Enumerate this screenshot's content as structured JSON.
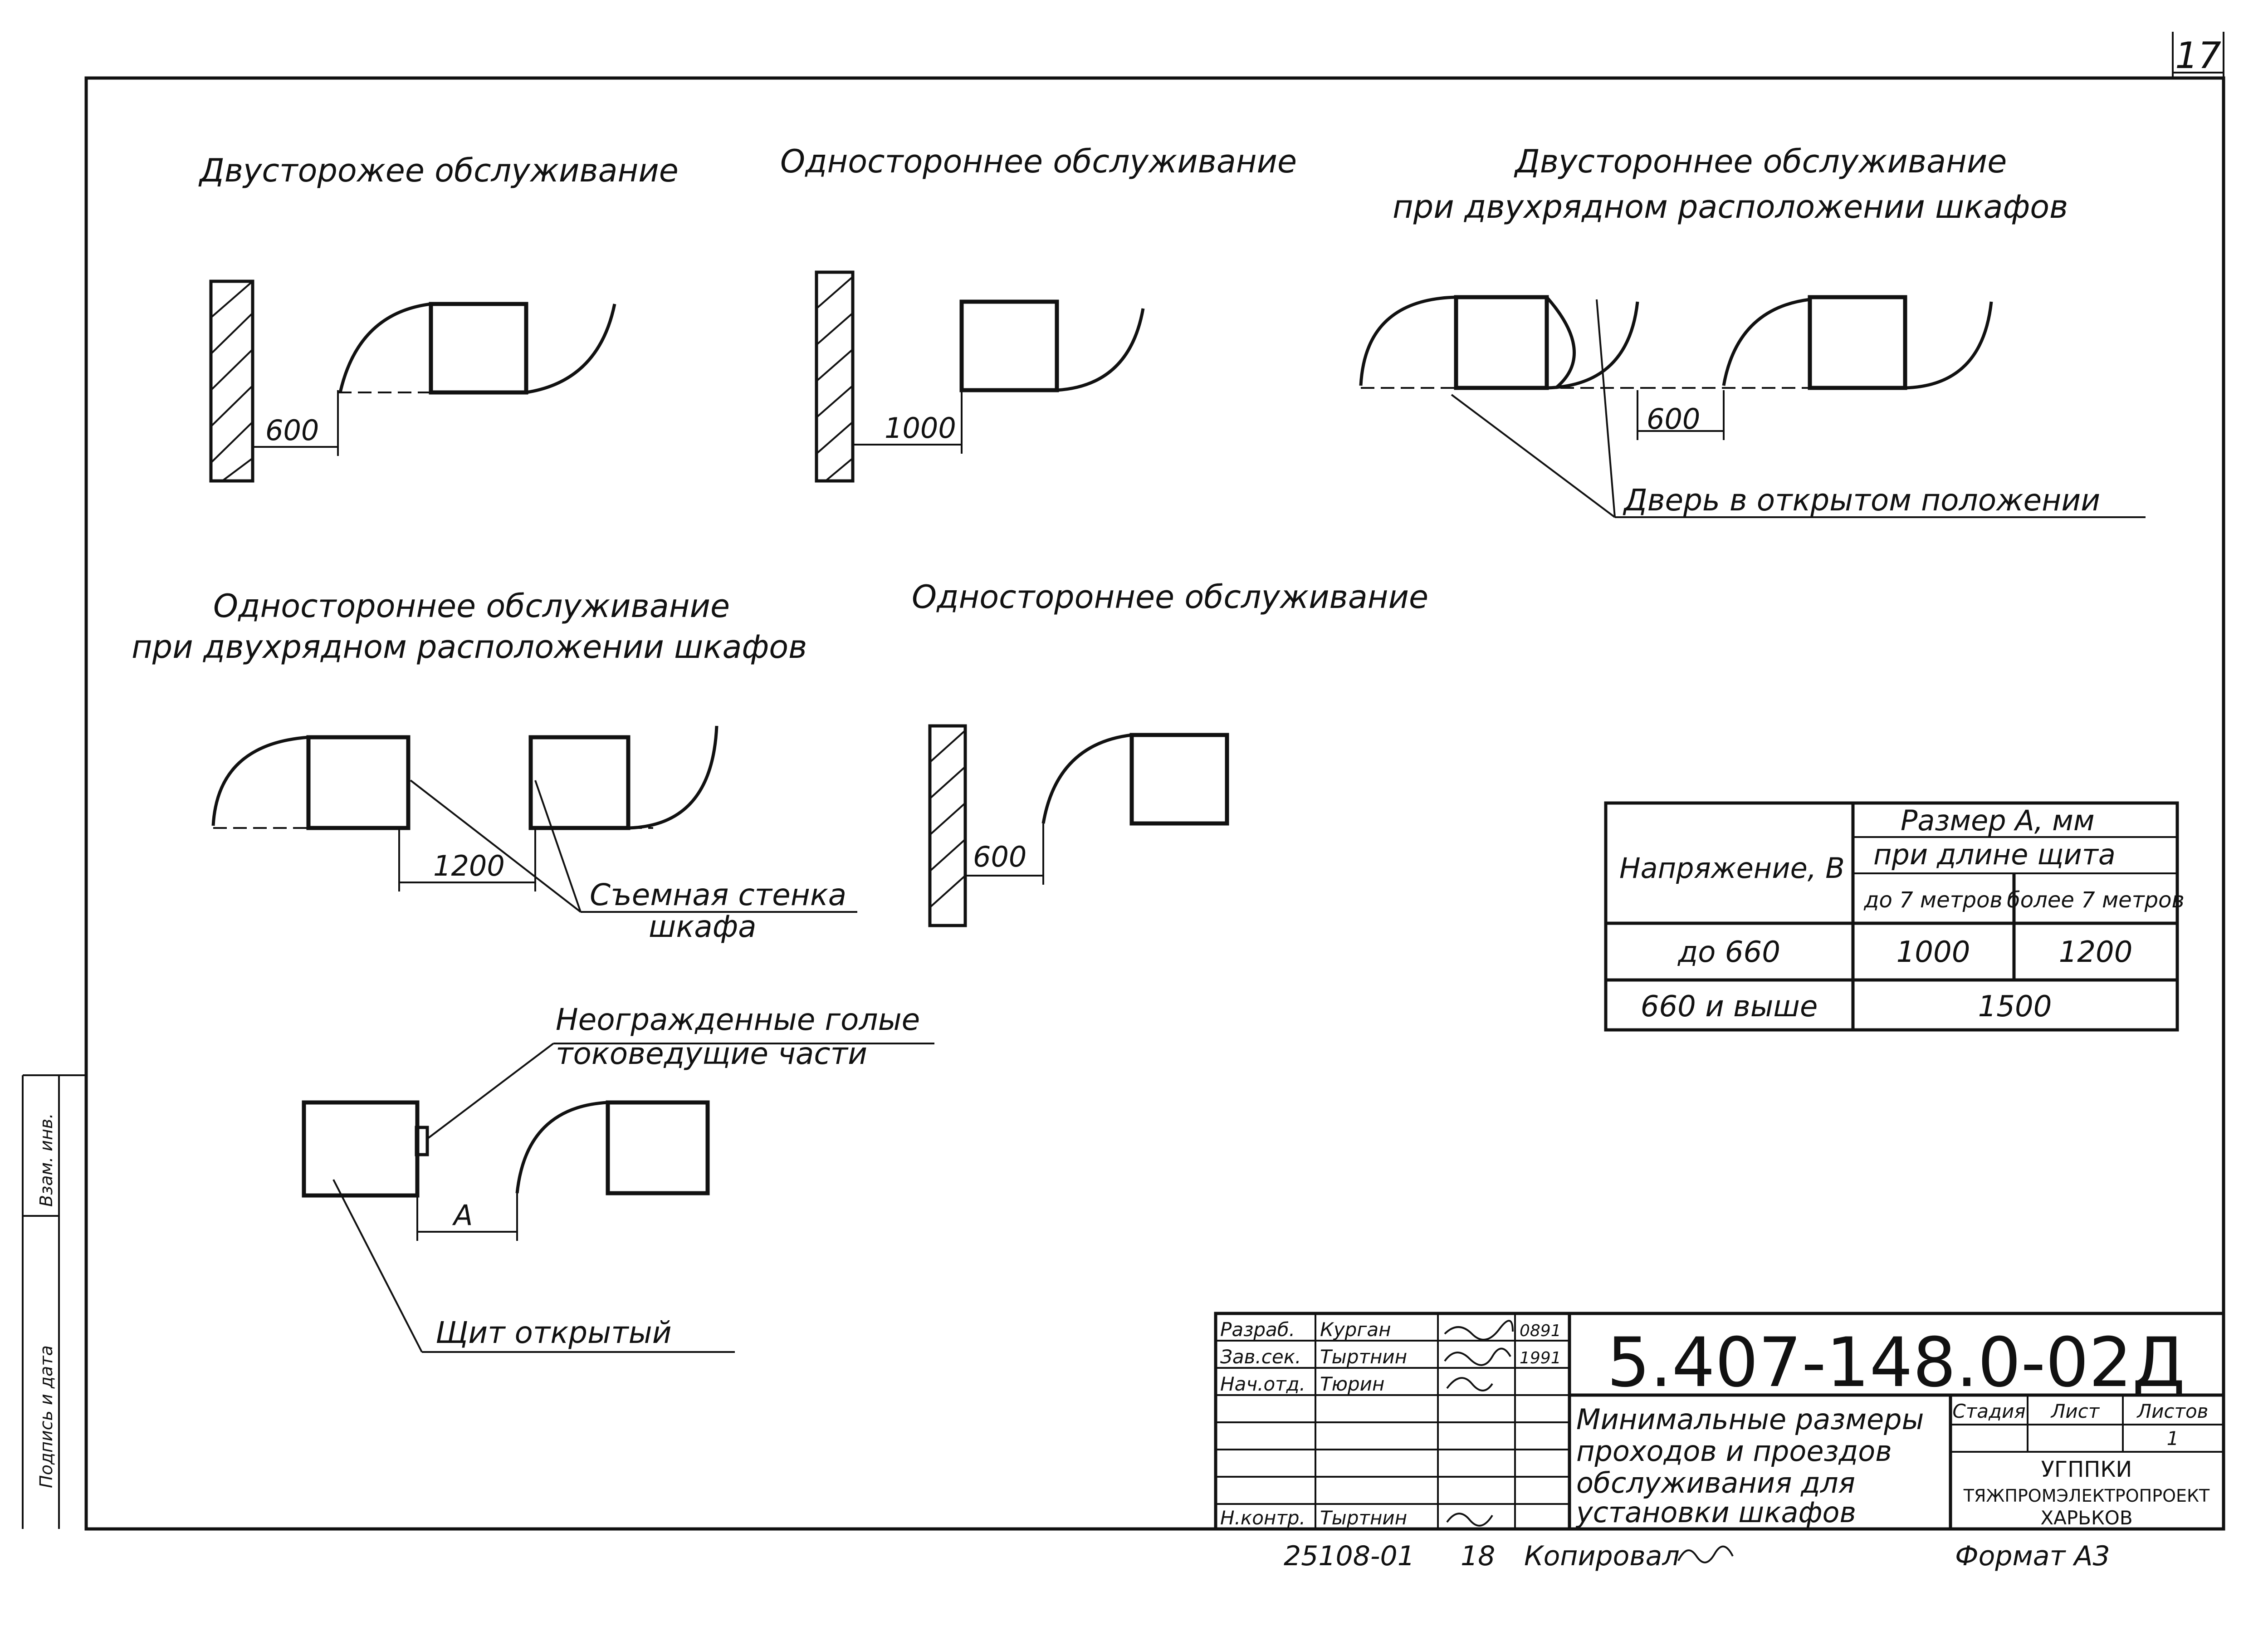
{
  "page_number": "17",
  "headings": {
    "d1": "Двусторожее обслуживание",
    "d2": "Одностороннее обслуживание",
    "d3_line1": "Двустороннее обслуживание",
    "d3_line2": "при двухрядном расположении шкафов",
    "d4_line1": "Одностороннее обслуживание",
    "d4_line2": "при двухрядном расположении шкафов",
    "d5": "Одностороннее обслуживание"
  },
  "dimensions": {
    "d1": "600",
    "d2": "1000",
    "d3": "600",
    "d4": "1200",
    "d5": "600",
    "d6": "А"
  },
  "callouts": {
    "door_open": "Дверь в открытом положении",
    "removable_wall_line1": "Съемная стенка",
    "removable_wall_line2": "шкафа",
    "live_parts_line1": "Неогражденные голые",
    "live_parts_line2": "токоведущие части",
    "open_panel": "Щит открытый"
  },
  "table": {
    "voltage_header": "Напряжение, В",
    "size_header": "Размер А, мм",
    "length_header": "при длине щита",
    "col_up_to_7": "до 7 метров",
    "col_over_7": "более 7 метров",
    "rows": [
      {
        "voltage": "до 660",
        "up_to_7": "1000",
        "over_7": "1200"
      },
      {
        "voltage": "660 и выше",
        "merged": "1500"
      }
    ]
  },
  "title_block": {
    "designation": "5.407-148.0-02Д",
    "description_lines": [
      "Минимальные размеры",
      "проходов и проездов",
      "обслуживания для",
      "установки шкафов"
    ],
    "stage_header": "Стадия",
    "sheet_header": "Лист",
    "sheets_header": "Листов",
    "sheets_value": "1",
    "org_line1": "УГППКИ",
    "org_line2": "ТЯЖПРОМЭЛЕКТРОПРОЕКТ",
    "org_line3": "ХАРЬКОВ",
    "signatures": [
      {
        "role": "Разраб.",
        "name": "Курган",
        "date": "0891"
      },
      {
        "role": "Зав.сек.",
        "name": "Тыртнин",
        "date": "1991"
      },
      {
        "role": "Нач.отд.",
        "name": "Тюрин",
        "date": ""
      },
      {
        "role": "Н.контр.",
        "name": "Тыртнин",
        "date": ""
      }
    ]
  },
  "footer": {
    "inventory": "25108-01",
    "number": "18",
    "copied_label": "Копировал",
    "format_label": "Формат А3"
  },
  "side_stamp": {
    "label1": "Подпись и дата",
    "label2": "Взам. инв."
  }
}
